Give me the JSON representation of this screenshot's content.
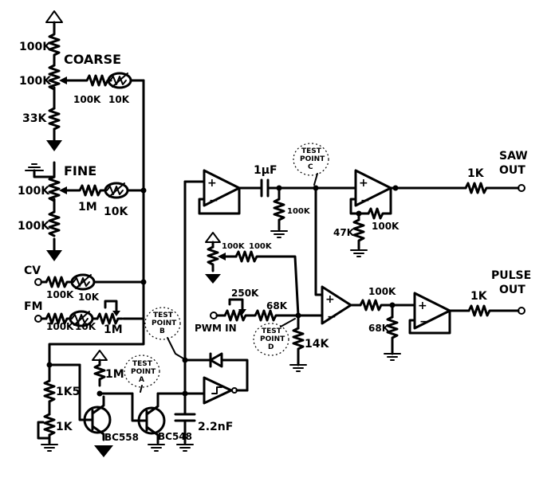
{
  "labels": {
    "coarse": "COARSE",
    "fine": "FINE",
    "cv": "CV",
    "fm": "FM",
    "pwm_in": "PWM IN",
    "saw_out_1": "SAW",
    "saw_out_2": "OUT",
    "pulse_out_1": "PULSE",
    "pulse_out_2": "OUT",
    "bc558": "BC558",
    "bc548": "BC548"
  },
  "test_points": {
    "a": [
      "TEST",
      "POINT",
      "A"
    ],
    "b": [
      "TEST",
      "POINT",
      "B"
    ],
    "c": [
      "TEST",
      "POINT",
      "C"
    ],
    "d": [
      "TEST",
      "POINT",
      "D"
    ]
  },
  "values": {
    "coarse_top": "100K",
    "coarse_pot": "100K",
    "coarse_bottom": "33K",
    "coarse_series": "100K",
    "coarse_thermistor": "10K",
    "fine_pot": "100K",
    "fine_bottom": "100K",
    "fine_series": "1M",
    "fine_thermistor": "10K",
    "cv_series": "100K",
    "cv_thermistor": "10K",
    "fm_series": "100K",
    "fm_thermistor": "10K",
    "fm_pot": "1M",
    "r_1k5": "1K5",
    "r_1k": "1K",
    "r_1m": "1M",
    "cap_22nf": "2.2nF",
    "cap_1uf": "1μF",
    "r_100k_saw_gnd": "100K",
    "r_47k": "47K",
    "r_100k_saw_fb": "100K",
    "r_1k_saw": "1K",
    "pwm_pot_top": "100K",
    "pwm_r_top": "100K",
    "pwm_pot": "250K",
    "r_68k_pwm": "68K",
    "r_14k": "14K",
    "r_100k_pulse": "100K",
    "r_68k_pulse": "68K",
    "r_1k_pulse": "1K"
  }
}
